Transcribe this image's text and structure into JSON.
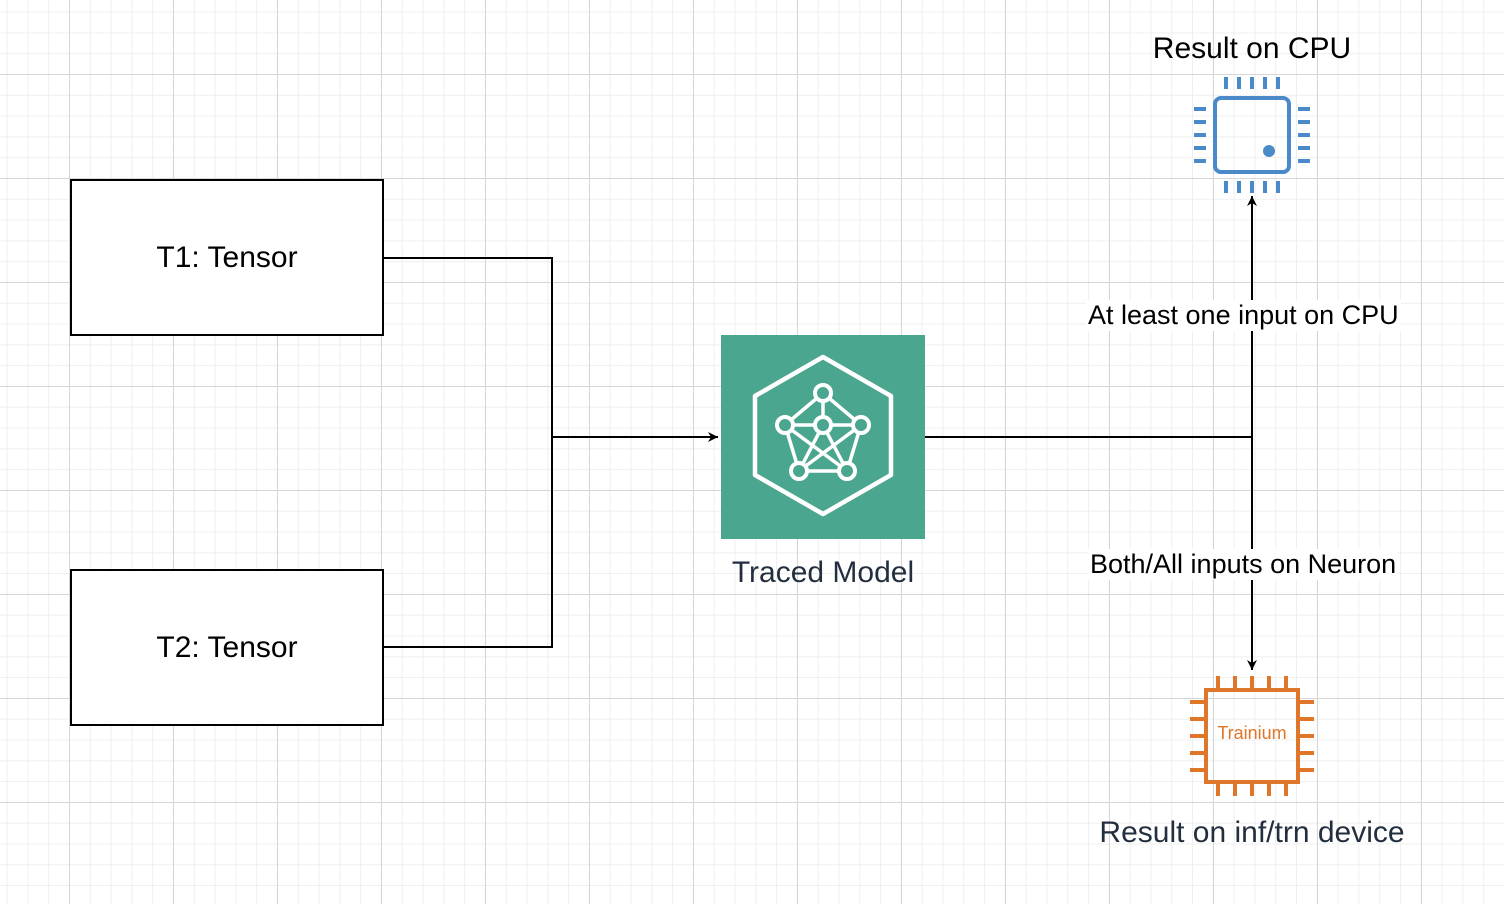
{
  "inputs": {
    "t1": "T1: Tensor",
    "t2": "T2: Tensor"
  },
  "model": {
    "label": "Traced Model",
    "icon": "neural-network-icon",
    "color": "#4ba68f"
  },
  "branches": {
    "cpu_condition": "At least one input on CPU",
    "neuron_condition": "Both/All inputs on Neuron"
  },
  "outputs": {
    "cpu_label": "Result on CPU",
    "cpu_icon": "cpu-chip-icon",
    "cpu_color": "#4b8ac9",
    "device_label": "Result on inf/trn device",
    "device_chip_text": "Trainium",
    "device_icon": "trainium-chip-icon",
    "device_color": "#e0762a"
  }
}
